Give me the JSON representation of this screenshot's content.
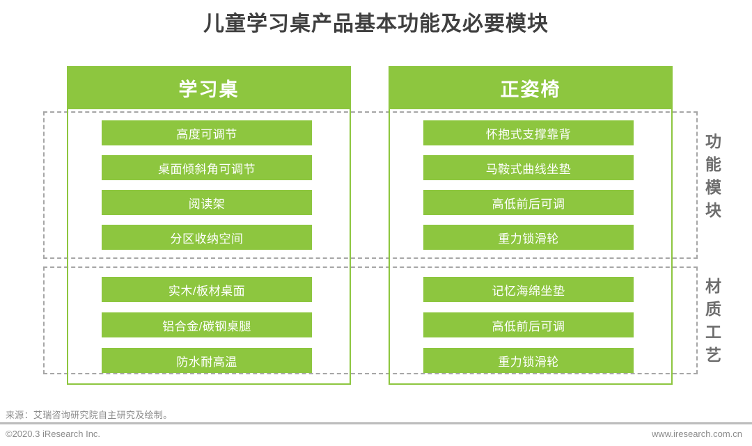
{
  "title": "儿童学习桌产品基本功能及必要模块",
  "accent_color": "#8dc63f",
  "groups": [
    {
      "label_chars": [
        "功",
        "能",
        "模",
        "块"
      ],
      "name": "功能模块"
    },
    {
      "label_chars": [
        "材",
        "质",
        "工",
        "艺"
      ],
      "name": "材质工艺"
    }
  ],
  "columns": [
    {
      "header": "学习桌",
      "function_items": [
        "高度可调节",
        "桌面倾斜角可调节",
        "阅读架",
        "分区收纳空间"
      ],
      "material_items": [
        "实木/板材桌面",
        "铝合金/碳钢桌腿",
        "防水耐高温"
      ]
    },
    {
      "header": "正姿椅",
      "function_items": [
        "怀抱式支撑靠背",
        "马鞍式曲线坐垫",
        "高低前后可调",
        "重力锁滑轮"
      ],
      "material_items": [
        "记忆海绵坐垫",
        "高低前后可调",
        "重力锁滑轮"
      ]
    }
  ],
  "footer": {
    "source": "来源：艾瑞咨询研究院自主研究及绘制。",
    "copyright": "©2020.3 iResearch Inc.",
    "website": "www.iresearch.com.cn"
  }
}
